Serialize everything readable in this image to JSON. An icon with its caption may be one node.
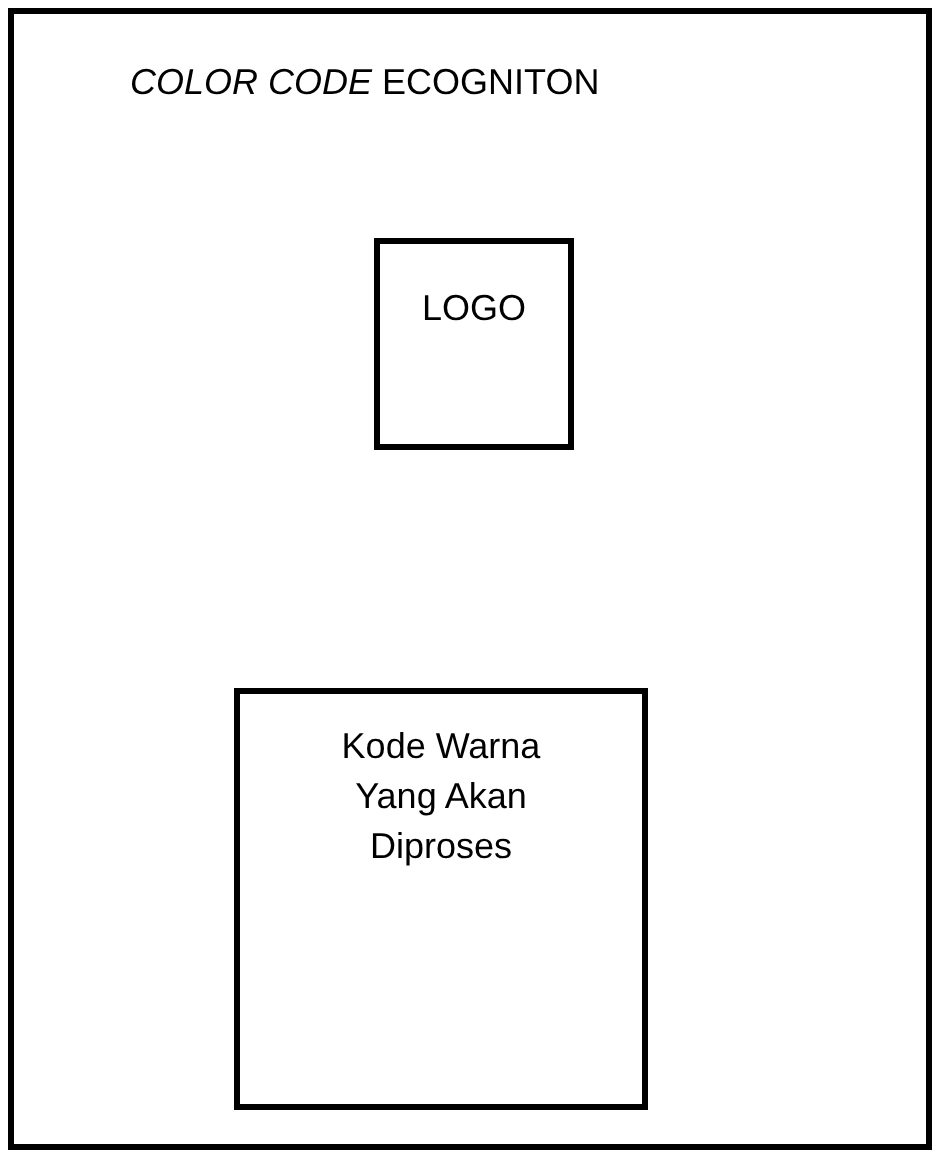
{
  "diagram": {
    "nodes": [
      {
        "text": [
          "*COLOR CODE* ECOGNITON"
        ]
      },
      {
        "text": [
          "LOGO"
        ],
        "in": 0
      },
      {
        "text": [
          "Kode Warna Yang Akan Diproses"
        ],
        "in": 0
      }
    ],
    "edges": []
  }
}
